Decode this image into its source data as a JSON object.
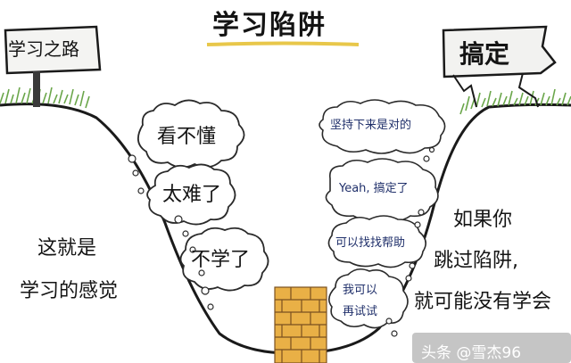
{
  "title": "学习陷阱",
  "signs": {
    "left": "学习之路",
    "right": "搞定"
  },
  "left_clouds": [
    "看不懂",
    "太难了",
    "不学了"
  ],
  "right_clouds": [
    "坚持下来是对的",
    "Yeah, 搞定了",
    "可以找找帮助",
    "我可以",
    "再试试"
  ],
  "left_caption": [
    "这就是",
    "学习的感觉"
  ],
  "right_caption": [
    "如果你",
    "跳过陷阱,",
    "就可能没有学会"
  ],
  "watermark": "头条 @雪杰96"
}
